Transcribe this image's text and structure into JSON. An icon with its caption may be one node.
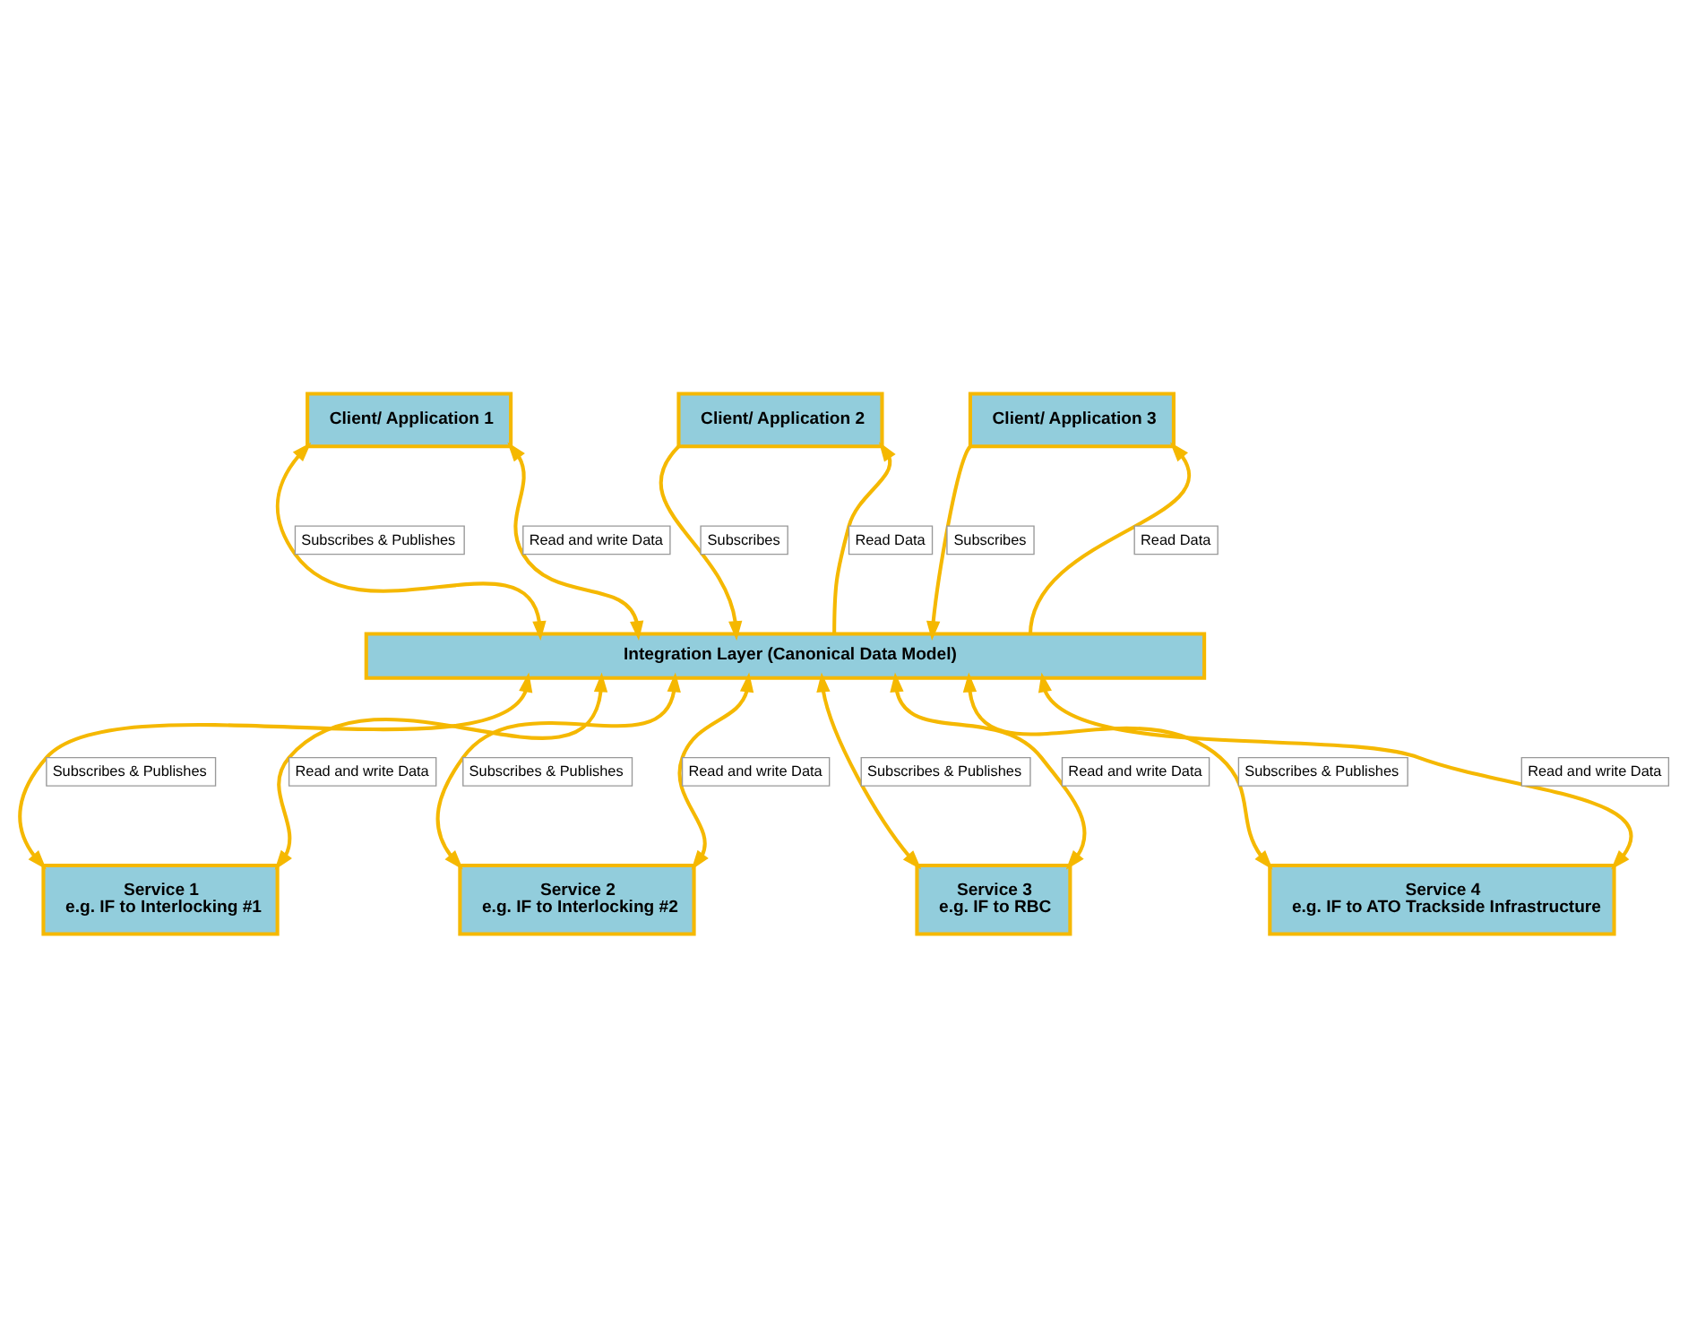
{
  "diagram": {
    "nodes": [
      {
        "text": [
          "Client/ Application 1"
        ]
      },
      {
        "text": [
          "Client/ Application 2"
        ]
      },
      {
        "text": [
          "Client/ Application 3"
        ]
      },
      {
        "text": [
          "Integration Layer (Canonical Data Model)"
        ]
      },
      {
        "text": [
          "Service 1",
          "e.g. IF to Interlocking #1"
        ]
      },
      {
        "text": [
          "Service 2",
          "e.g. IF to Interlocking #2"
        ]
      },
      {
        "text": [
          "Service 3",
          "e.g. IF to RBC"
        ]
      },
      {
        "text": [
          "Service 4",
          "e.g. IF to ATO Trackside Infrastructure"
        ]
      }
    ],
    "edges": [
      {
        "from": 0,
        "to": 3,
        "arrow": "both",
        "label": "Subscribes & Publishes"
      },
      {
        "from": 0,
        "to": 3,
        "arrow": "both",
        "label": "Read and write Data"
      },
      {
        "from": 1,
        "to": 3,
        "arrow": "to",
        "label": "Subscribes"
      },
      {
        "from": 3,
        "to": 1,
        "arrow": "to",
        "label": "Read Data"
      },
      {
        "from": 2,
        "to": 3,
        "arrow": "to",
        "label": "Subscribes"
      },
      {
        "from": 3,
        "to": 2,
        "arrow": "to",
        "label": "Read Data"
      },
      {
        "from": 3,
        "to": 4,
        "arrow": "both",
        "label": "Subscribes & Publishes"
      },
      {
        "from": 3,
        "to": 4,
        "arrow": "both",
        "label": "Read and write Data"
      },
      {
        "from": 3,
        "to": 5,
        "arrow": "both",
        "label": "Subscribes & Publishes"
      },
      {
        "from": 3,
        "to": 5,
        "arrow": "both",
        "label": "Read and write Data"
      },
      {
        "from": 3,
        "to": 6,
        "arrow": "both",
        "label": "Subscribes & Publishes"
      },
      {
        "from": 3,
        "to": 6,
        "arrow": "both",
        "label": "Read and write Data"
      },
      {
        "from": 3,
        "to": 7,
        "arrow": "both",
        "label": "Subscribes & Publishes"
      },
      {
        "from": 3,
        "to": 7,
        "arrow": "both",
        "label": "Read and write Data"
      }
    ]
  }
}
